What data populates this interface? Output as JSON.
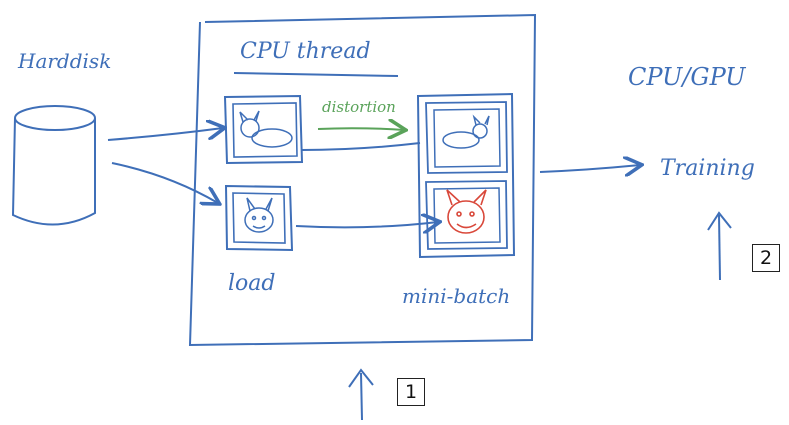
{
  "labels": {
    "harddisk": "Harddisk",
    "cpu_thread": "CPU thread",
    "distortion": "distortion",
    "load": "load",
    "mini_batch": "mini-batch",
    "device": "CPU/GPU",
    "training": "Training"
  },
  "markers": {
    "one": "1",
    "two": "2"
  },
  "colors": {
    "ink": "#3f6fb8",
    "distortion_arrow": "#5aa35a",
    "distorted_image": "#d9483a",
    "marker_border": "#222222"
  }
}
